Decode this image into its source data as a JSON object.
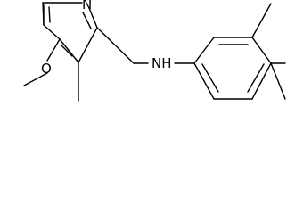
{
  "structure": {
    "atoms": {
      "ring_nitrogen": "N",
      "ether_oxygen": "O",
      "amine": "NH"
    }
  }
}
